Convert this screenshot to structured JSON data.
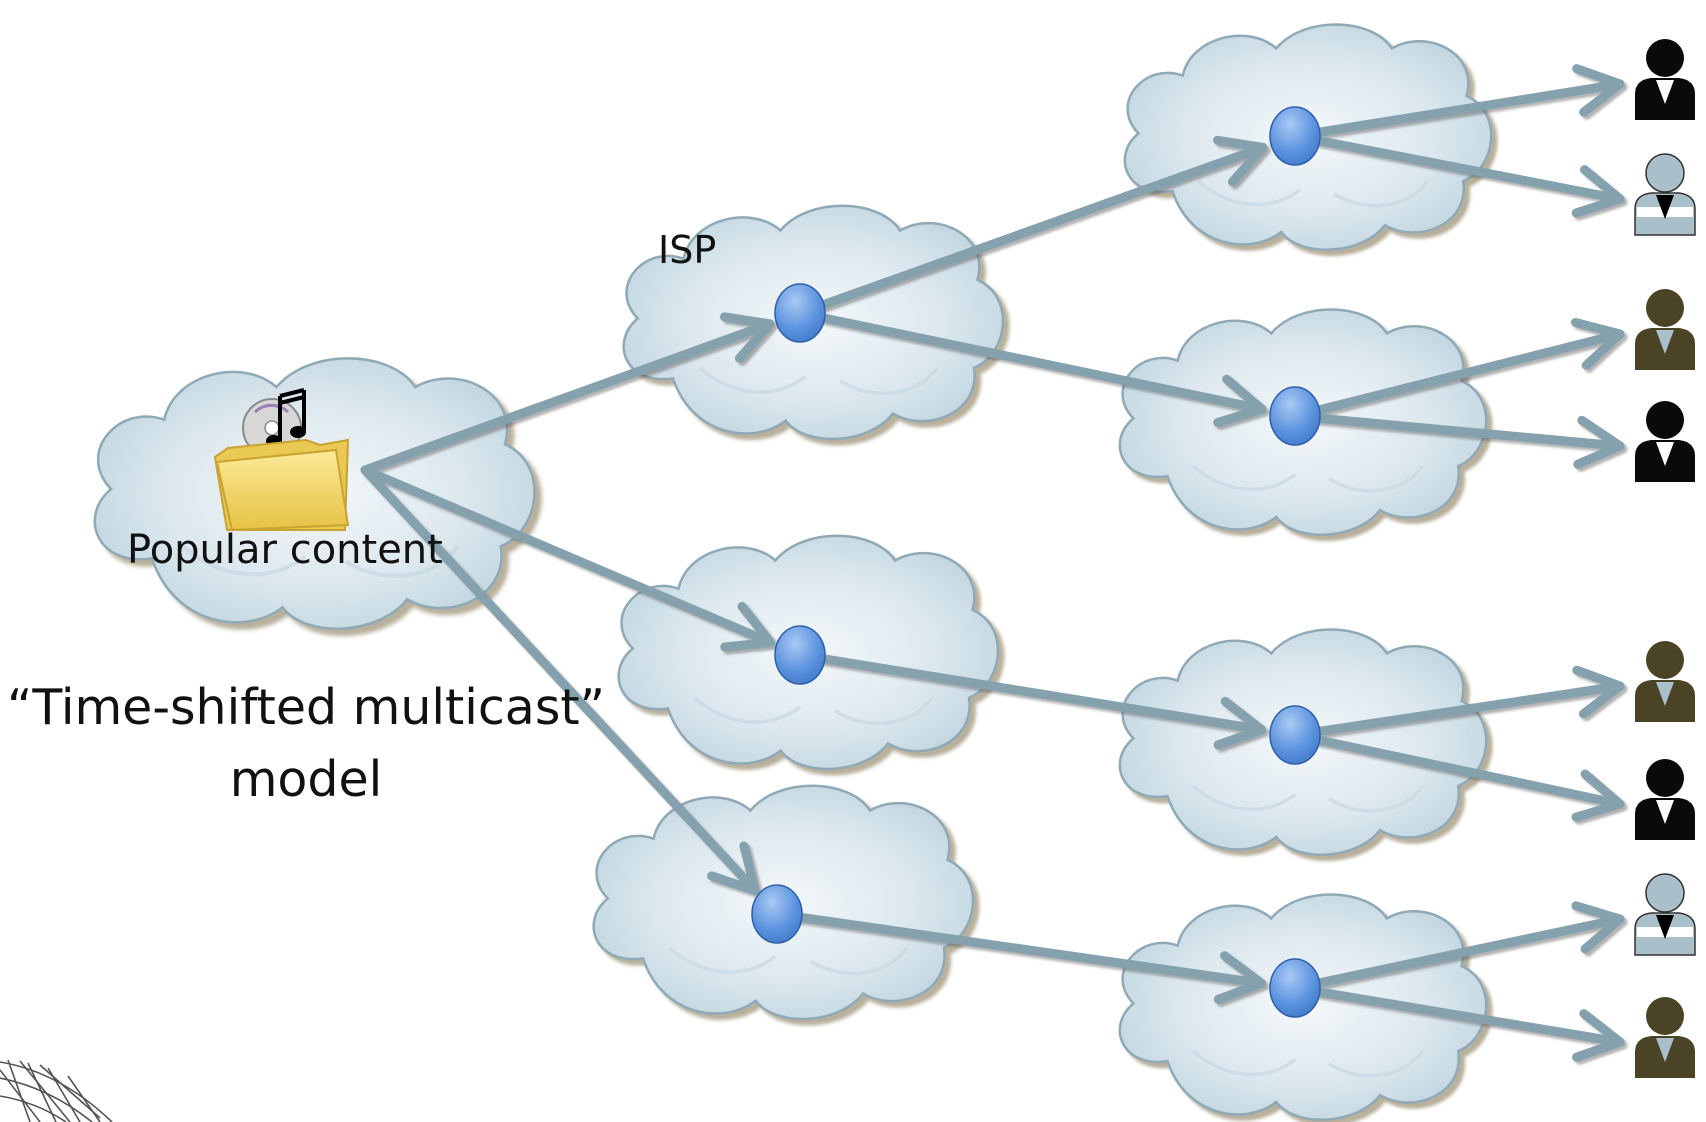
{
  "labels": {
    "isp": "ISP",
    "content": "Popular content",
    "model_line1": "“Time-shifted multicast”",
    "model_line2": "model"
  },
  "icons": {
    "content": "music-folder-icon",
    "router": "router-node-icon",
    "user": "user-person-icon",
    "decoration": "geodesic-dome-icon"
  },
  "colors": {
    "arrow": "#84A1AD",
    "node": "#4C86DA",
    "cloud_light": "#F4F8FA",
    "cloud_dark": "#B9D0DC",
    "cloud_edge": "#8FA9B7",
    "user_black": "#0A0A0A",
    "user_olive": "#4A4326",
    "user_light": "#A9C0CB"
  },
  "tree": {
    "root": "popular-content",
    "children": [
      {
        "node": "isp-1",
        "children": [
          {
            "node": "isp-1a",
            "users": [
              "black",
              "light"
            ]
          },
          {
            "node": "isp-1b",
            "users": [
              "olive",
              "black"
            ]
          }
        ]
      },
      {
        "node": "isp-2",
        "children": [
          {
            "node": "isp-2a",
            "users": [
              "olive",
              "black"
            ]
          }
        ]
      },
      {
        "node": "isp-3",
        "children": [
          {
            "node": "isp-3a",
            "users": [
              "light",
              "olive"
            ]
          }
        ]
      }
    ]
  }
}
